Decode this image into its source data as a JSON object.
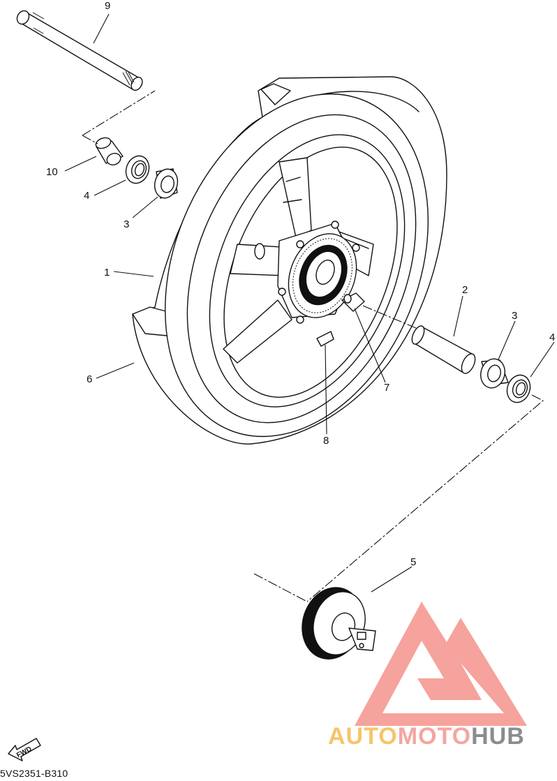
{
  "diagram": {
    "catalog_code": "5VS2351-B310",
    "fwd_label": "FWD",
    "parts": [
      {
        "number": "1"
      },
      {
        "number": "2"
      },
      {
        "number": "3"
      },
      {
        "number": "3"
      },
      {
        "number": "4"
      },
      {
        "number": "4"
      },
      {
        "number": "5"
      },
      {
        "number": "6"
      },
      {
        "number": "7"
      },
      {
        "number": "8"
      },
      {
        "number": "9"
      },
      {
        "number": "10"
      }
    ]
  },
  "watermark": {
    "text_part_1": "AUTO",
    "text_part_2": "MOTO",
    "text_part_3": "HUB",
    "colors": {
      "triangle": "#f28b82",
      "auto": "#f7c46a",
      "moto": "#f4a6a0",
      "hub": "#8c8c8c"
    }
  }
}
